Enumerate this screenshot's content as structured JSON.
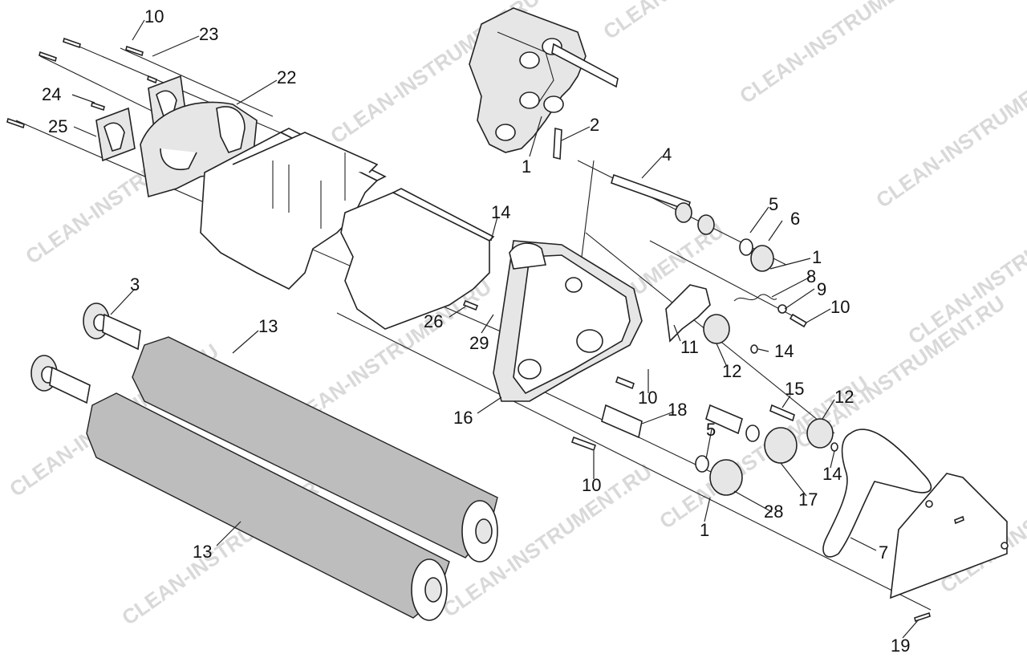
{
  "watermark": {
    "text": "CLEAN-INSTRUMENT.RU"
  },
  "labels": [
    "10",
    "23",
    "22",
    "24",
    "25",
    "2",
    "1",
    "4",
    "5",
    "6",
    "1",
    "14",
    "8",
    "9",
    "10",
    "3",
    "13",
    "26",
    "29",
    "11",
    "14",
    "12",
    "10",
    "15",
    "12",
    "16",
    "18",
    "5",
    "10",
    "14",
    "17",
    "28",
    "1",
    "13",
    "7",
    "19"
  ]
}
